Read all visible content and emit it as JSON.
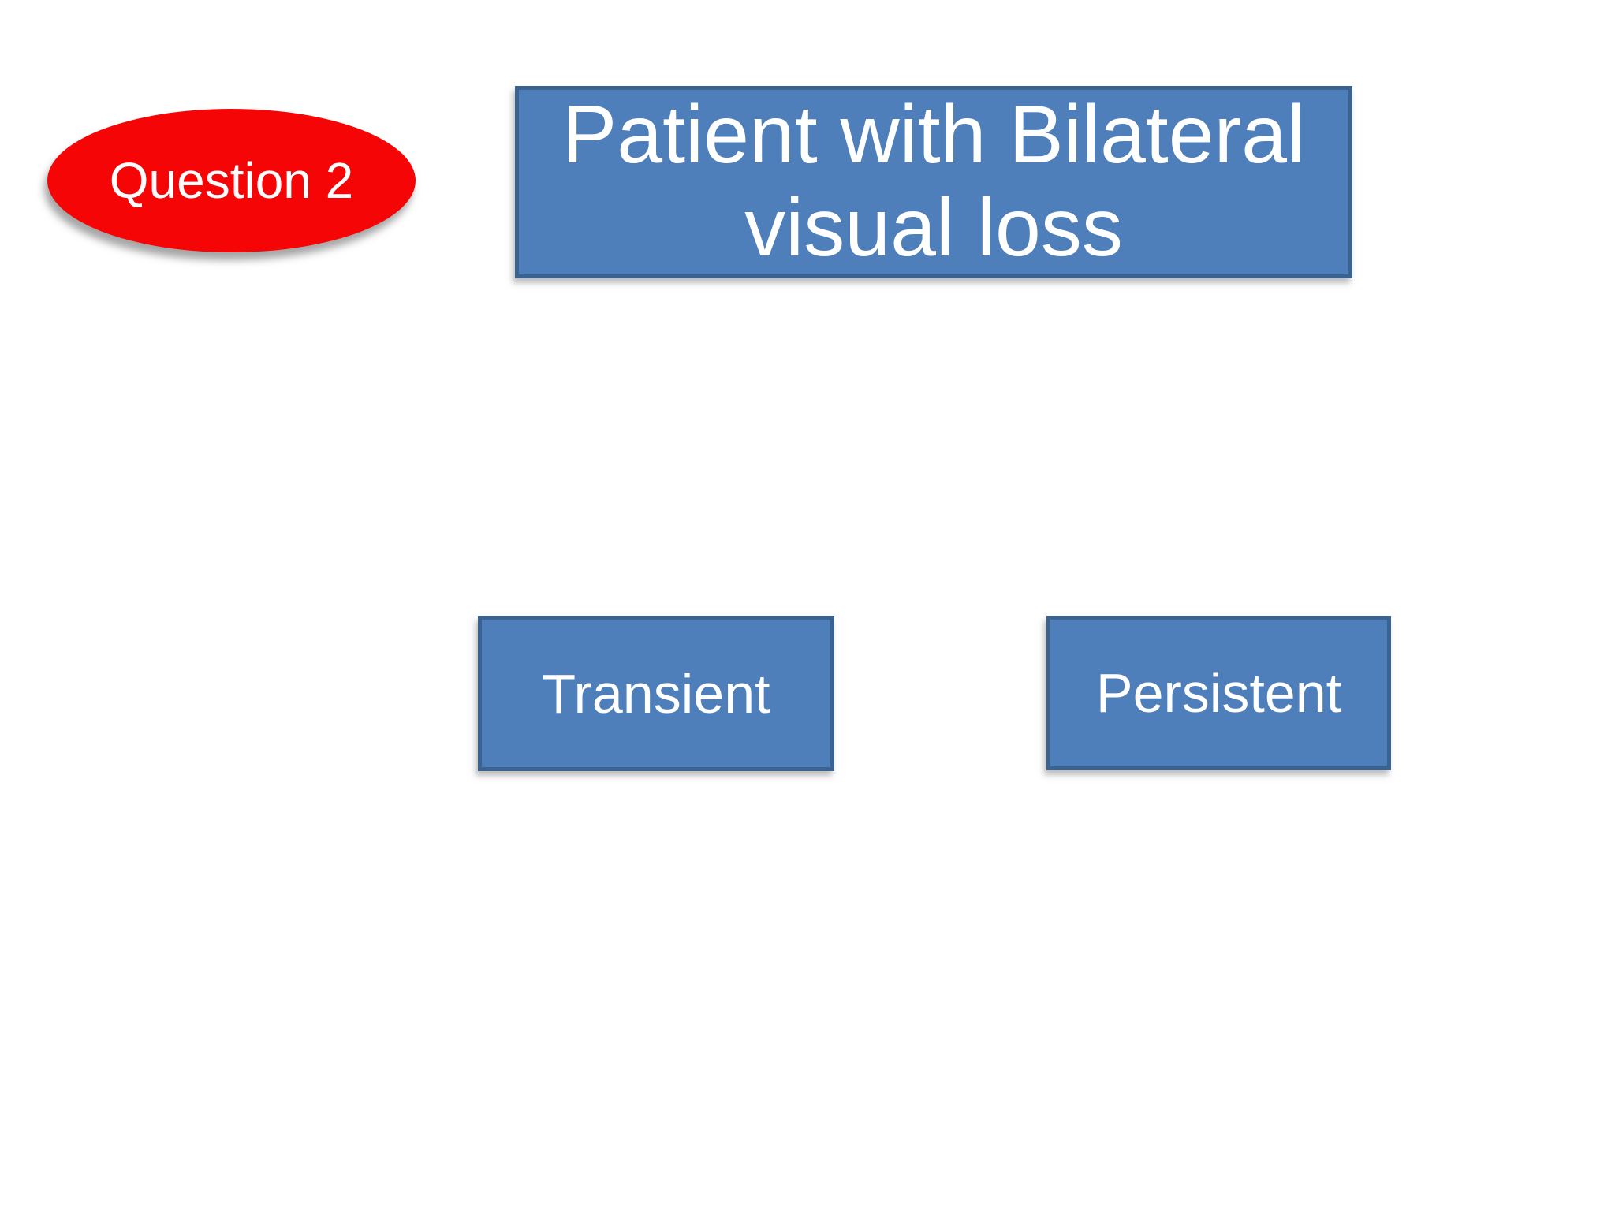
{
  "slide": {
    "background_color": "#FFFFFF",
    "question_badge": {
      "label": "Question 2",
      "shape": "ellipse",
      "fill_color": "#F50505",
      "text_color": "#FFFFFF"
    },
    "title_box": {
      "label": "Patient with Bilateral visual loss",
      "fill_color": "#4E7FBA",
      "border_color": "#3A6390",
      "text_color": "#FFFFFF"
    },
    "option_boxes": [
      {
        "label": "Transient",
        "fill_color": "#4E7FBA",
        "border_color": "#3A6390",
        "text_color": "#FFFFFF"
      },
      {
        "label": "Persistent",
        "fill_color": "#4E7FBA",
        "border_color": "#3A6390",
        "text_color": "#FFFFFF"
      }
    ]
  }
}
